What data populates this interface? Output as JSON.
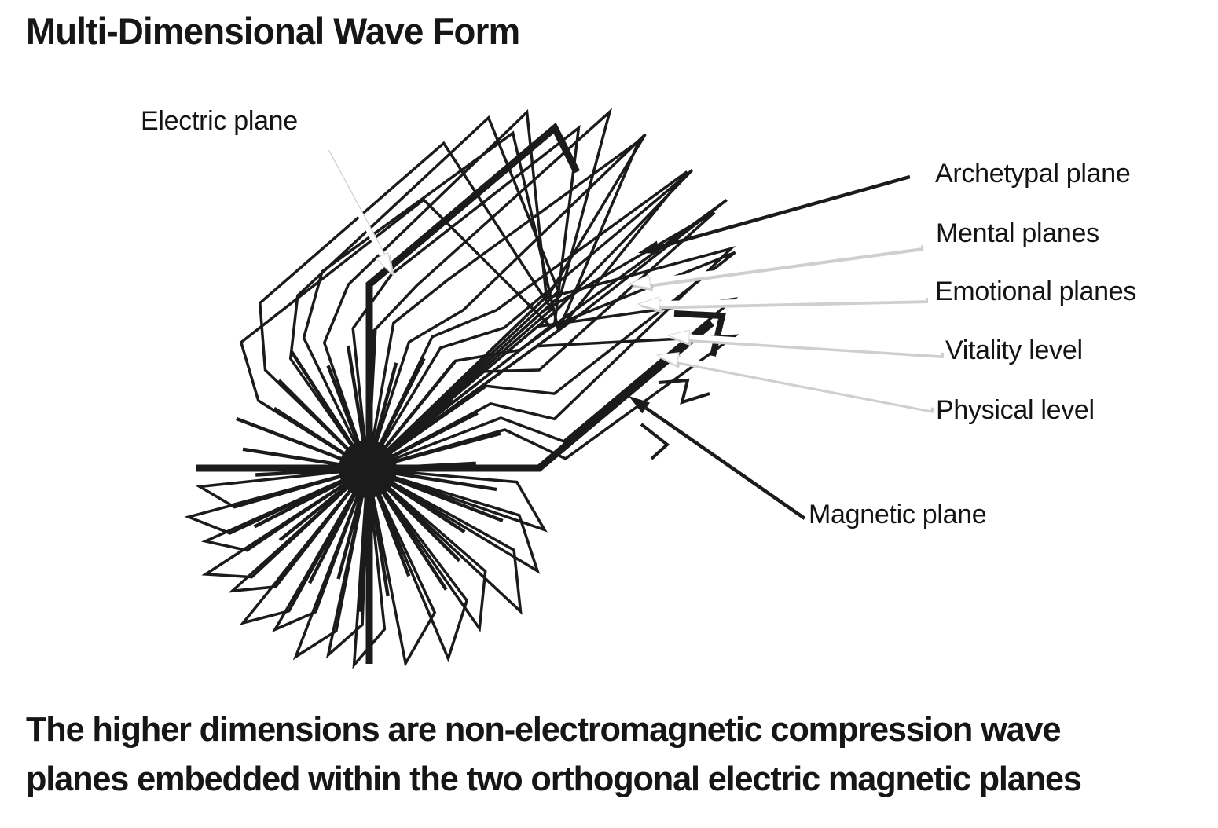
{
  "title": "Multi-Dimensional Wave Form",
  "labels": {
    "electric": "Electric plane",
    "archetypal": "Archetypal plane",
    "mental": "Mental planes",
    "emotional": "Emotional planes",
    "vitality": "Vitality level",
    "physical": "Physical level",
    "magnetic": "Magnetic plane"
  },
  "caption": {
    "line1": "The higher dimensions are non-electromagnetic compression wave",
    "line2": "planes embedded within the two orthogonal electric magnetic planes"
  },
  "colors": {
    "ink": "#1b1b1b",
    "white_arrow": "#ffffff",
    "arrow_shadow": "#cfcfcf"
  }
}
